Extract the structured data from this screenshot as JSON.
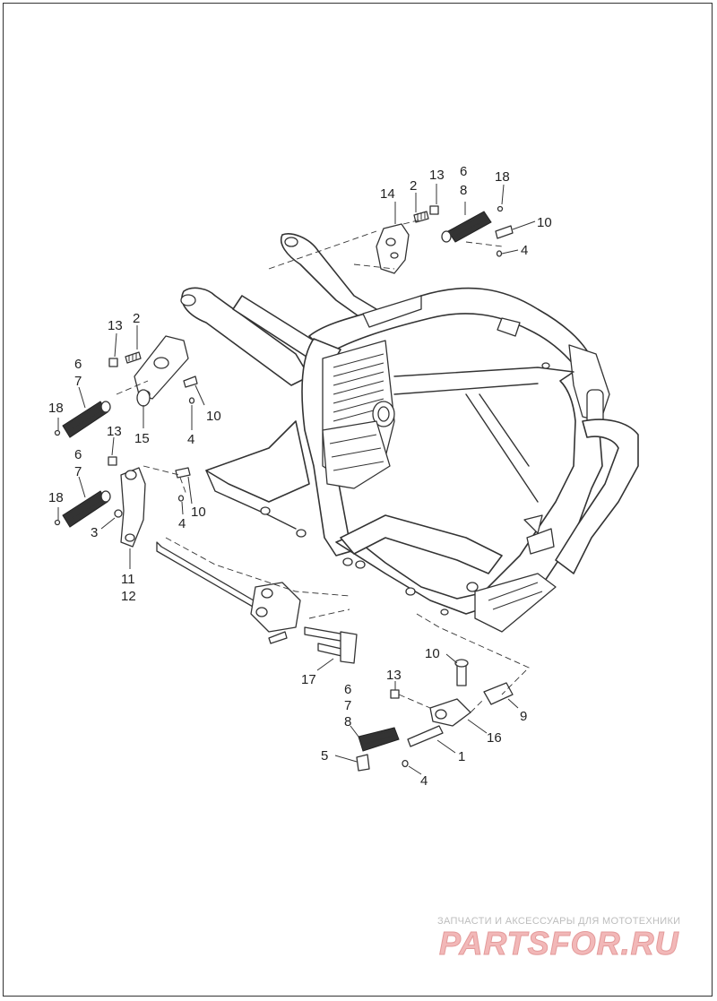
{
  "callouts": [
    {
      "id": "c14a",
      "text": "14"
    },
    {
      "id": "c2a",
      "text": "2"
    },
    {
      "id": "c13a",
      "text": "13"
    },
    {
      "id": "c6a",
      "text": "6"
    },
    {
      "id": "c8a",
      "text": "8"
    },
    {
      "id": "c18a",
      "text": "18"
    },
    {
      "id": "c10a",
      "text": "10"
    },
    {
      "id": "c4a",
      "text": "4"
    },
    {
      "id": "c13b",
      "text": "13"
    },
    {
      "id": "c2b",
      "text": "2"
    },
    {
      "id": "c6b",
      "text": "6"
    },
    {
      "id": "c7b",
      "text": "7"
    },
    {
      "id": "c18b",
      "text": "18"
    },
    {
      "id": "c10b",
      "text": "10"
    },
    {
      "id": "c4b",
      "text": "4"
    },
    {
      "id": "c15",
      "text": "15"
    },
    {
      "id": "c13c",
      "text": "13"
    },
    {
      "id": "c6c",
      "text": "6"
    },
    {
      "id": "c7c",
      "text": "7"
    },
    {
      "id": "c18c",
      "text": "18"
    },
    {
      "id": "c3",
      "text": "3"
    },
    {
      "id": "c4c",
      "text": "4"
    },
    {
      "id": "c10c",
      "text": "10"
    },
    {
      "id": "c11",
      "text": "11"
    },
    {
      "id": "c12",
      "text": "12"
    },
    {
      "id": "c17",
      "text": "17"
    },
    {
      "id": "c10d",
      "text": "10"
    },
    {
      "id": "c13d",
      "text": "13"
    },
    {
      "id": "c6d",
      "text": "6"
    },
    {
      "id": "c7d",
      "text": "7"
    },
    {
      "id": "c8d",
      "text": "8"
    },
    {
      "id": "c9",
      "text": "9"
    },
    {
      "id": "c16",
      "text": "16"
    },
    {
      "id": "c5",
      "text": "5"
    },
    {
      "id": "c1",
      "text": "1"
    },
    {
      "id": "c4d",
      "text": "4"
    }
  ],
  "watermark": {
    "caption": "ЗАПЧАСТИ И АКСЕССУАРЫ ДЛЯ МОТОТЕХНИКИ",
    "logo": "PARTSFOR.RU"
  },
  "colors": {
    "line": "#333333",
    "watermark_logo": "#f2b8b8",
    "watermark_caption": "#bdbdbd"
  }
}
